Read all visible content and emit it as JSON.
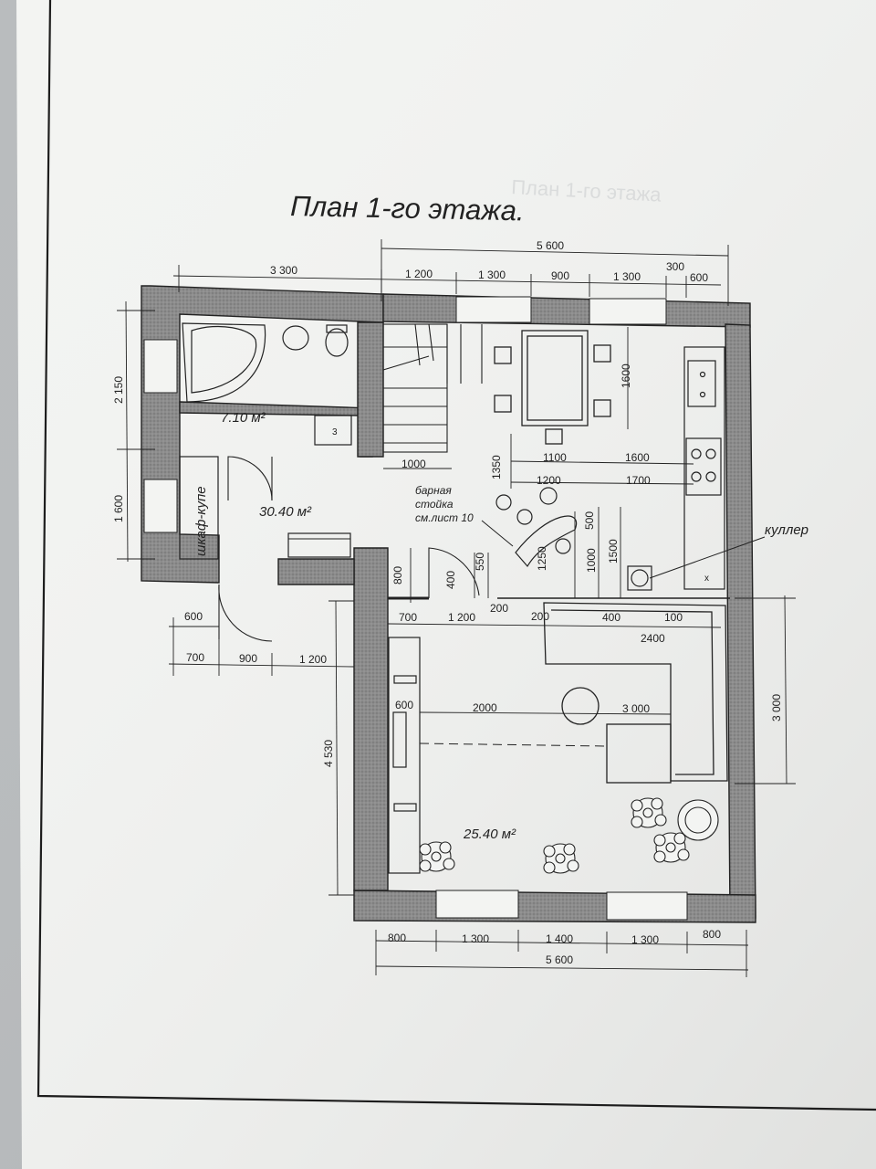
{
  "title": "План 1-го этажа.",
  "rooms": {
    "bathroom_area": "7.10 м²",
    "hall_area": "30.40 м²",
    "living_area": "25.40 м²",
    "wardrobe_label": "шкаф-купе",
    "bar_label_1": "барная",
    "bar_label_2": "стойка",
    "bar_label_3": "см.лист 10",
    "cooler_label": "куллер",
    "cabinet_mark": "3",
    "sink_mark": "x"
  },
  "dimensions": {
    "top_total": "5 600",
    "top_left": "3 300",
    "top_1200": "1 200",
    "top_1300a": "1 300",
    "top_900": "900",
    "top_1300b": "1 300",
    "top_300": "300",
    "top_600": "600",
    "left_2150": "2 150",
    "left_1600": "1 600",
    "stairs_1000": "1000",
    "v_1350": "1350",
    "v_1600": "1600",
    "h_1100": "1100",
    "h_1600": "1600",
    "h_1200": "1200",
    "h_1700": "1700",
    "v_500": "500",
    "v_1250": "1250",
    "v_1000": "1000",
    "v_1500": "1500",
    "v_800": "800",
    "v_400": "400",
    "v_550": "550",
    "h_200a": "200",
    "h_200b": "200",
    "mid_600": "600",
    "mid_700a": "700",
    "mid_1200": "1 200",
    "mid_400": "400",
    "mid_100": "100",
    "mid_2400": "2400",
    "bot_700": "700",
    "bot_900": "900",
    "bot_1200": "1 200",
    "v_4530": "4 530",
    "v_3000": "3 000",
    "in_600": "600",
    "in_2000": "2000",
    "in_3000": "3 000",
    "base_800a": "800",
    "base_1300a": "1 300",
    "base_1400": "1 400",
    "base_1300b": "1 300",
    "base_800b": "800",
    "base_total": "5 600"
  },
  "colors": {
    "paper": "#f4f5f3",
    "wall_fill": "#8a8a8a",
    "line": "#222222",
    "background": "#8f9296"
  }
}
